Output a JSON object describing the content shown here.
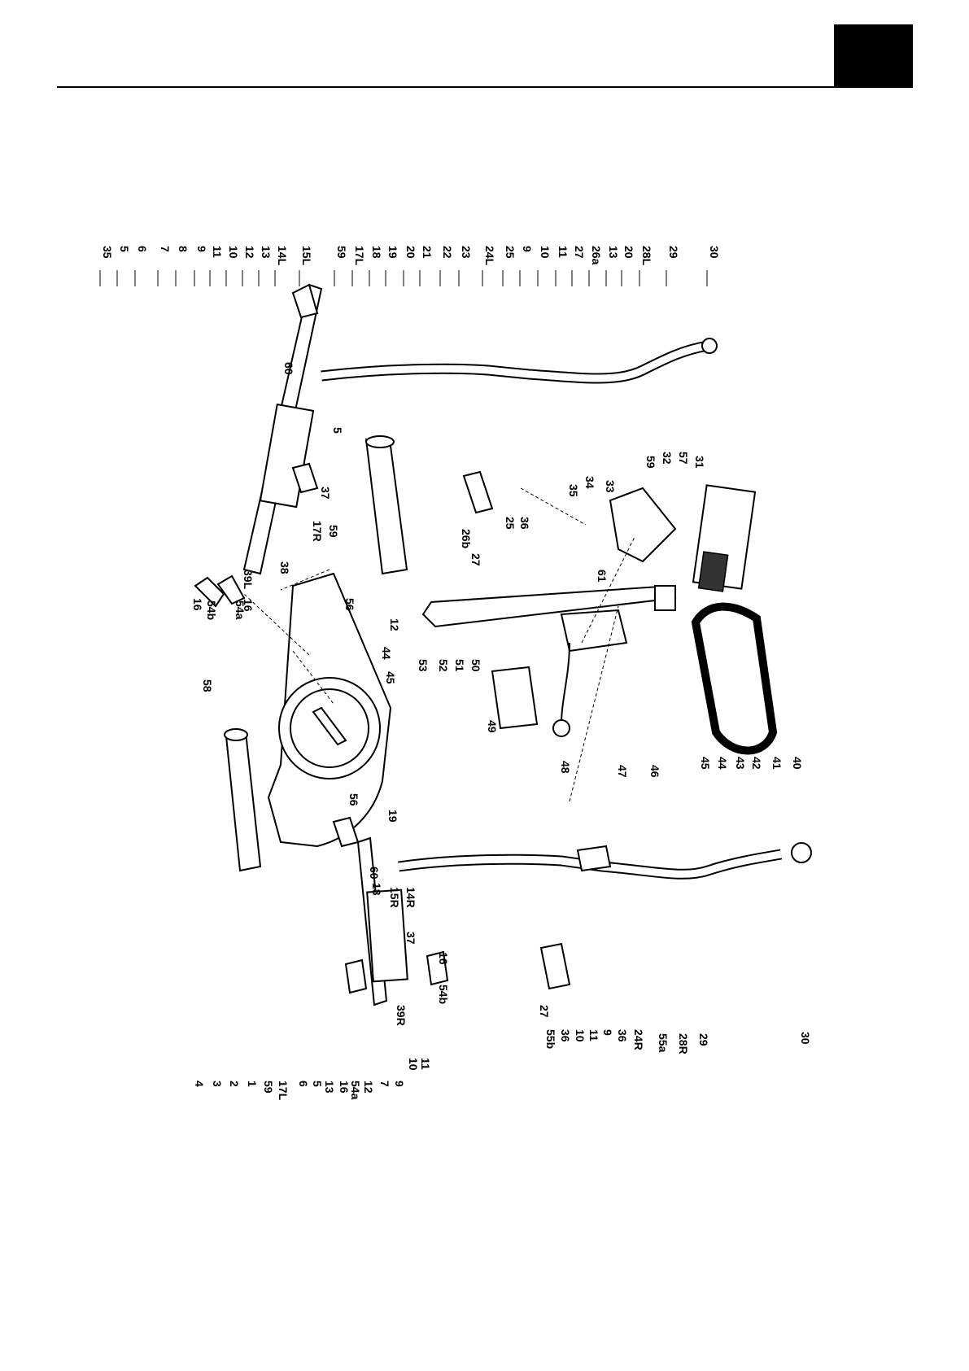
{
  "labels": {
    "top": [
      "35",
      "5",
      "6",
      "7",
      "8",
      "9",
      "11",
      "10",
      "12",
      "13",
      "14L",
      "15L",
      "59",
      "17L",
      "18",
      "19",
      "20",
      "21",
      "22",
      "23",
      "24L",
      "25",
      "9",
      "10",
      "11",
      "27",
      "26a",
      "13",
      "20",
      "28L",
      "29",
      "30"
    ],
    "inner_left": [
      "60",
      "5",
      "37",
      "59",
      "17R",
      "38",
      "39L",
      "16",
      "54b",
      "16",
      "54a"
    ],
    "middle": [
      "26b",
      "27",
      "25",
      "36",
      "35",
      "34",
      "33",
      "59",
      "32",
      "57",
      "31",
      "61",
      "56",
      "12",
      "44",
      "45",
      "53",
      "52",
      "51",
      "50",
      "49",
      "48",
      "47",
      "46",
      "45",
      "44",
      "43",
      "42",
      "41",
      "40"
    ],
    "bottom": [
      "58",
      "4",
      "3",
      "2",
      "1",
      "59",
      "17L",
      "56",
      "6",
      "5",
      "13",
      "16",
      "54a",
      "12",
      "7",
      "9",
      "10",
      "11",
      "39R",
      "16",
      "54b",
      "37",
      "14R",
      "15R",
      "18",
      "60",
      "19",
      "27",
      "55b",
      "36",
      "10",
      "11",
      "9",
      "36",
      "24R",
      "55a",
      "28R",
      "29",
      "30"
    ]
  }
}
